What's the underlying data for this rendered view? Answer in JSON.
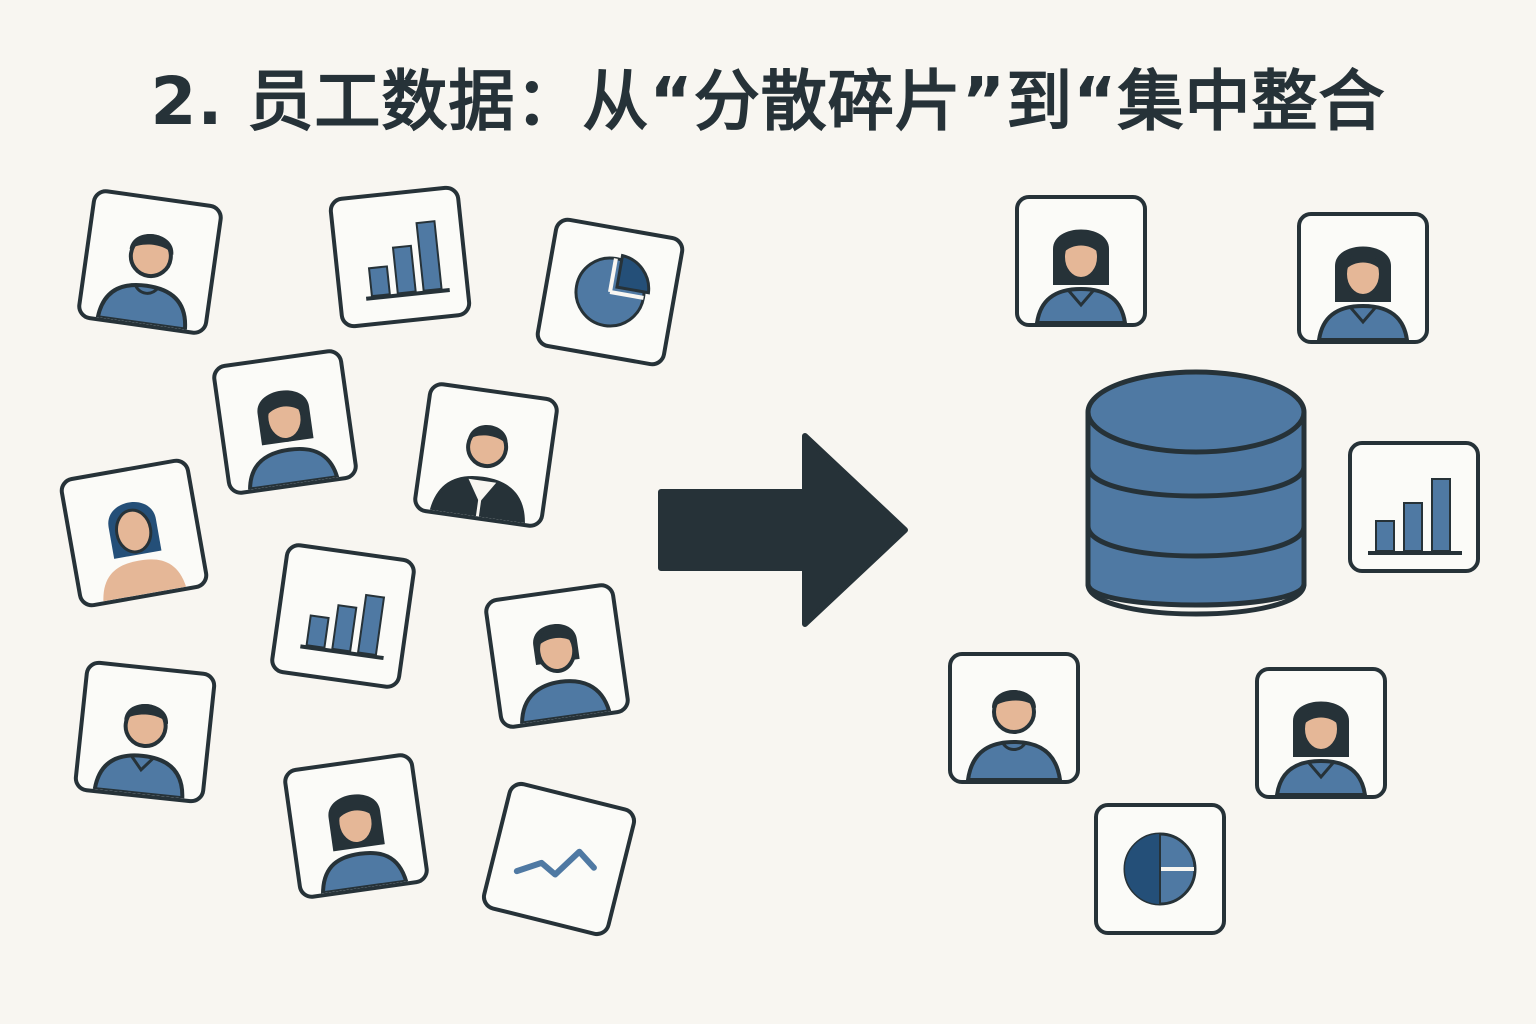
{
  "title": "2. 员工数据：从“分散碎片”到“集中整合",
  "colors": {
    "background": "#f8f6f1",
    "outline": "#263238",
    "accent_blue": "#4f79a3",
    "dark_blue": "#244f78",
    "skin": "#e5b797",
    "card_fill": "#fbfbf8"
  },
  "left_group": {
    "name": "scattered-employee-data",
    "cards": [
      {
        "icon": "male-person-icon"
      },
      {
        "icon": "bar-chart-icon"
      },
      {
        "icon": "pie-chart-icon"
      },
      {
        "icon": "female-person-icon"
      },
      {
        "icon": "male-businessperson-icon"
      },
      {
        "icon": "female-person-icon"
      },
      {
        "icon": "bar-chart-icon"
      },
      {
        "icon": "female-person-icon"
      },
      {
        "icon": "male-person-icon"
      },
      {
        "icon": "female-person-icon"
      },
      {
        "icon": "line-chart-icon"
      }
    ]
  },
  "center": {
    "icon": "right-arrow-icon"
  },
  "right_group": {
    "name": "centralized-employee-data",
    "hub_icon": "database-icon",
    "cards": [
      {
        "icon": "female-person-icon"
      },
      {
        "icon": "female-person-icon"
      },
      {
        "icon": "bar-chart-icon"
      },
      {
        "icon": "male-person-icon"
      },
      {
        "icon": "female-person-icon"
      },
      {
        "icon": "pie-chart-icon"
      }
    ]
  }
}
